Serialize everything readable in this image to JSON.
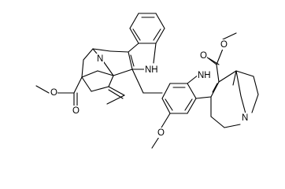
{
  "molecule": {
    "atom_labels": {
      "indole_nh_upper": "NH",
      "indole_nh_lower": "NH",
      "amine_n_upper": "N",
      "amine_n_lower": "N",
      "ester_carbonyl_o_upper": "O",
      "ester_ether_o_upper": "O",
      "ester_carbonyl_o_lower": "O",
      "ester_ether_o_lower": "O",
      "methoxy_o": "O"
    },
    "colors": {
      "bond": "#000000",
      "label": "#000000",
      "background": "#ffffff"
    }
  }
}
